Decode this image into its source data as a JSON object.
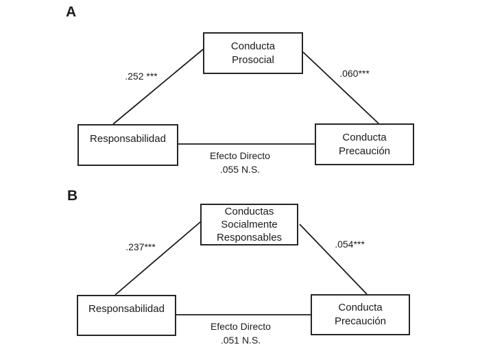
{
  "figure": {
    "background_color": "#ffffff",
    "line_color": "#1a1a1a",
    "text_color": "#1a1a1a"
  },
  "panel_a": {
    "label": "A",
    "mediator_line1": "Conducta",
    "mediator_line2": "Prosocial",
    "path_left_label": ".252 ***",
    "path_right_label": ".060***",
    "predictor_label": "Responsabilidad",
    "outcome_line1": "Conducta",
    "outcome_line2": "Precaución",
    "direct_effect_line1": "Efecto Directo",
    "direct_effect_line2": ".055 N.S."
  },
  "panel_b": {
    "label": "B",
    "mediator_line1": "Conductas",
    "mediator_line2": "Socialmente",
    "mediator_line3": "Responsables",
    "path_left_label": ".237***",
    "path_right_label": ".054***",
    "predictor_label": "Responsabilidad",
    "outcome_line1": "Conducta",
    "outcome_line2": "Precaución",
    "direct_effect_line1": "Efecto Directo",
    "direct_effect_line2": ".051 N.S."
  }
}
